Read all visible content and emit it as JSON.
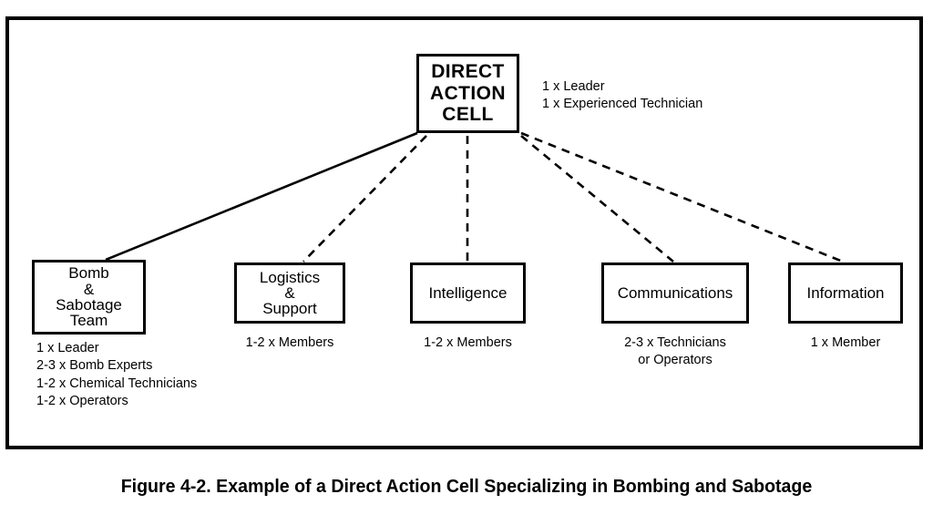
{
  "figure": {
    "caption": "Figure 4-2. Example of a Direct Action Cell Specializing in Bombing and Sabotage",
    "border_color": "#000000",
    "background_color": "#ffffff"
  },
  "chart_data": {
    "type": "diagram",
    "title": "Example of a Direct Action Cell Specializing in Bombing and Sabotage",
    "root": {
      "id": "direct-action-cell",
      "label": "DIRECT\nACTION\nCELL",
      "annotation": "1 x Leader\n1 x Experienced Technician"
    },
    "children": [
      {
        "id": "bomb-sabotage-team",
        "label": "Bomb\n&\nSabotage\nTeam",
        "annotation": "   1 x Leader\n2-3 x Bomb Experts\n1-2 x Chemical Technicians\n1-2 x Operators",
        "connector": "solid"
      },
      {
        "id": "logistics-support",
        "label": "Logistics\n&\nSupport",
        "annotation": "1-2 x Members",
        "connector": "dashed"
      },
      {
        "id": "intelligence",
        "label": "Intelligence",
        "annotation": "1-2 x Members",
        "connector": "dashed"
      },
      {
        "id": "communications",
        "label": "Communications",
        "annotation": "2-3 x Technicians\n    or Operators",
        "connector": "dashed"
      },
      {
        "id": "information",
        "label": "Information",
        "annotation": "1 x Member",
        "connector": "dashed"
      }
    ]
  }
}
